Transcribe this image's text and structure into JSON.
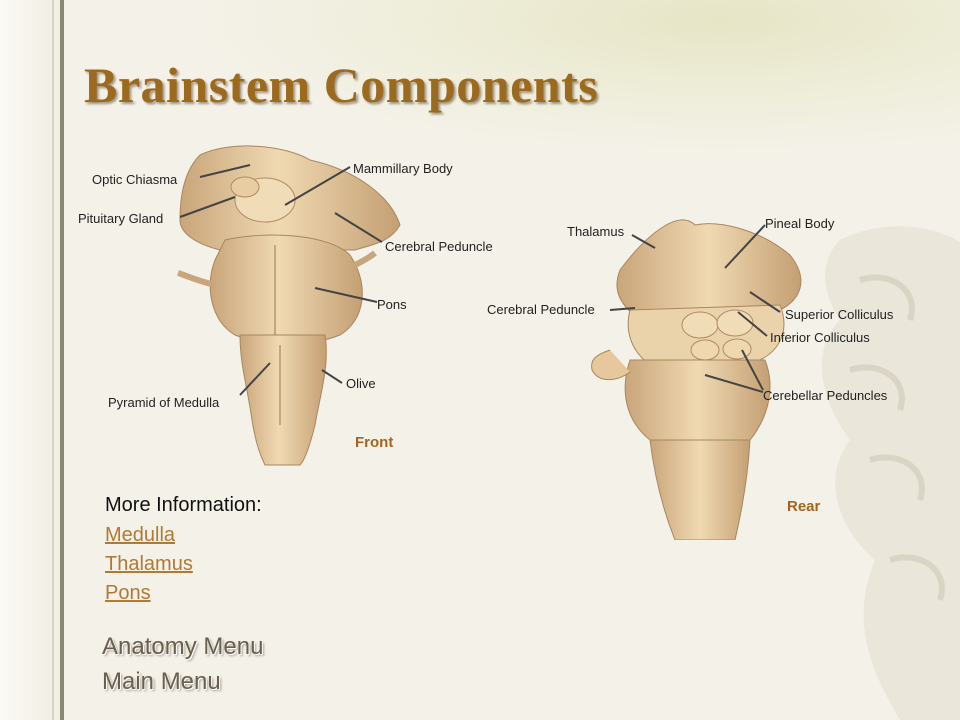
{
  "slide": {
    "title": "Brainstem Components"
  },
  "front_view": {
    "caption": "Front",
    "labels": {
      "optic_chiasma": "Optic Chiasma",
      "mammillary_body": "Mammillary Body",
      "pituitary_gland": "Pituitary Gland",
      "cerebral_peduncle": "Cerebral Peduncle",
      "pons": "Pons",
      "olive": "Olive",
      "pyramid_of_medulla": "Pyramid of Medulla"
    }
  },
  "rear_view": {
    "caption": "Rear",
    "labels": {
      "thalamus": "Thalamus",
      "pineal_body": "Pineal Body",
      "cerebral_peduncle": "Cerebral Peduncle",
      "superior_colliculus": "Superior Colliculus",
      "inferior_colliculus": "Inferior Colliculus",
      "cerebellar_peduncles": "Cerebellar Peduncles"
    }
  },
  "more_information": {
    "heading": "More Information:",
    "links": [
      "Medulla",
      "Thalamus",
      "Pons"
    ]
  },
  "menu": {
    "anatomy": "Anatomy Menu",
    "main": "Main Menu"
  },
  "colors": {
    "title": "#9c6a1e",
    "link": "#b07a35",
    "caption": "#a5651e",
    "tissue": "#e9cfa2"
  }
}
